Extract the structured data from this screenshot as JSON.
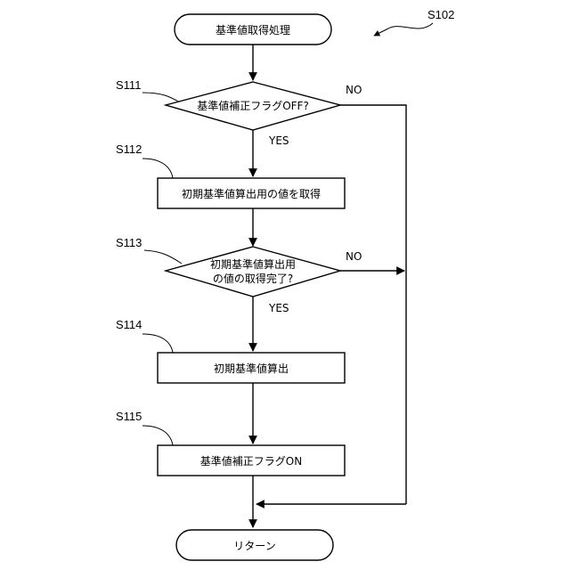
{
  "figure_ref": "S102",
  "nodes": {
    "start": {
      "text": "基準値取得処理"
    },
    "s111": {
      "step": "S111",
      "text": "基準値補正フラグOFF?",
      "no_label": "NO",
      "yes_label": "YES"
    },
    "s112": {
      "step": "S112",
      "text": "初期基準値算出用の値を取得"
    },
    "s113": {
      "step": "S113",
      "line1": "初期基準値算出用",
      "line2": "の値の取得完了?",
      "no_label": "NO",
      "yes_label": "YES"
    },
    "s114": {
      "step": "S114",
      "text": "初期基準値算出"
    },
    "s115": {
      "step": "S115",
      "text": "基準値補正フラグON"
    },
    "end": {
      "text": "リターン"
    }
  }
}
